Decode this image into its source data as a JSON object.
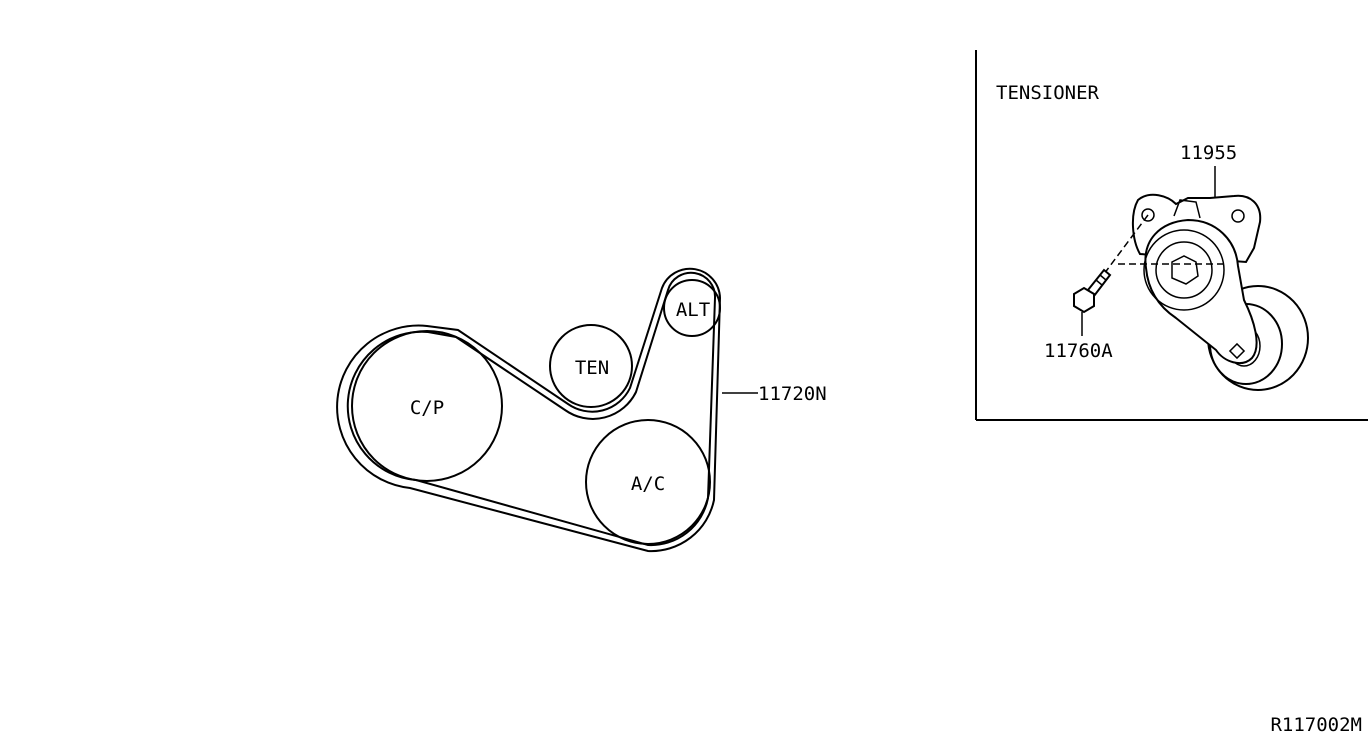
{
  "pulleys": {
    "crank": "C/P",
    "tensioner": "TEN",
    "alternator": "ALT",
    "ac": "A/C"
  },
  "belt_part_number": "11720N",
  "detail_box": {
    "title": "TENSIONER",
    "tensioner_part_number": "11955",
    "bolt_part_number": "11760A"
  },
  "diagram_code": "R117002M"
}
